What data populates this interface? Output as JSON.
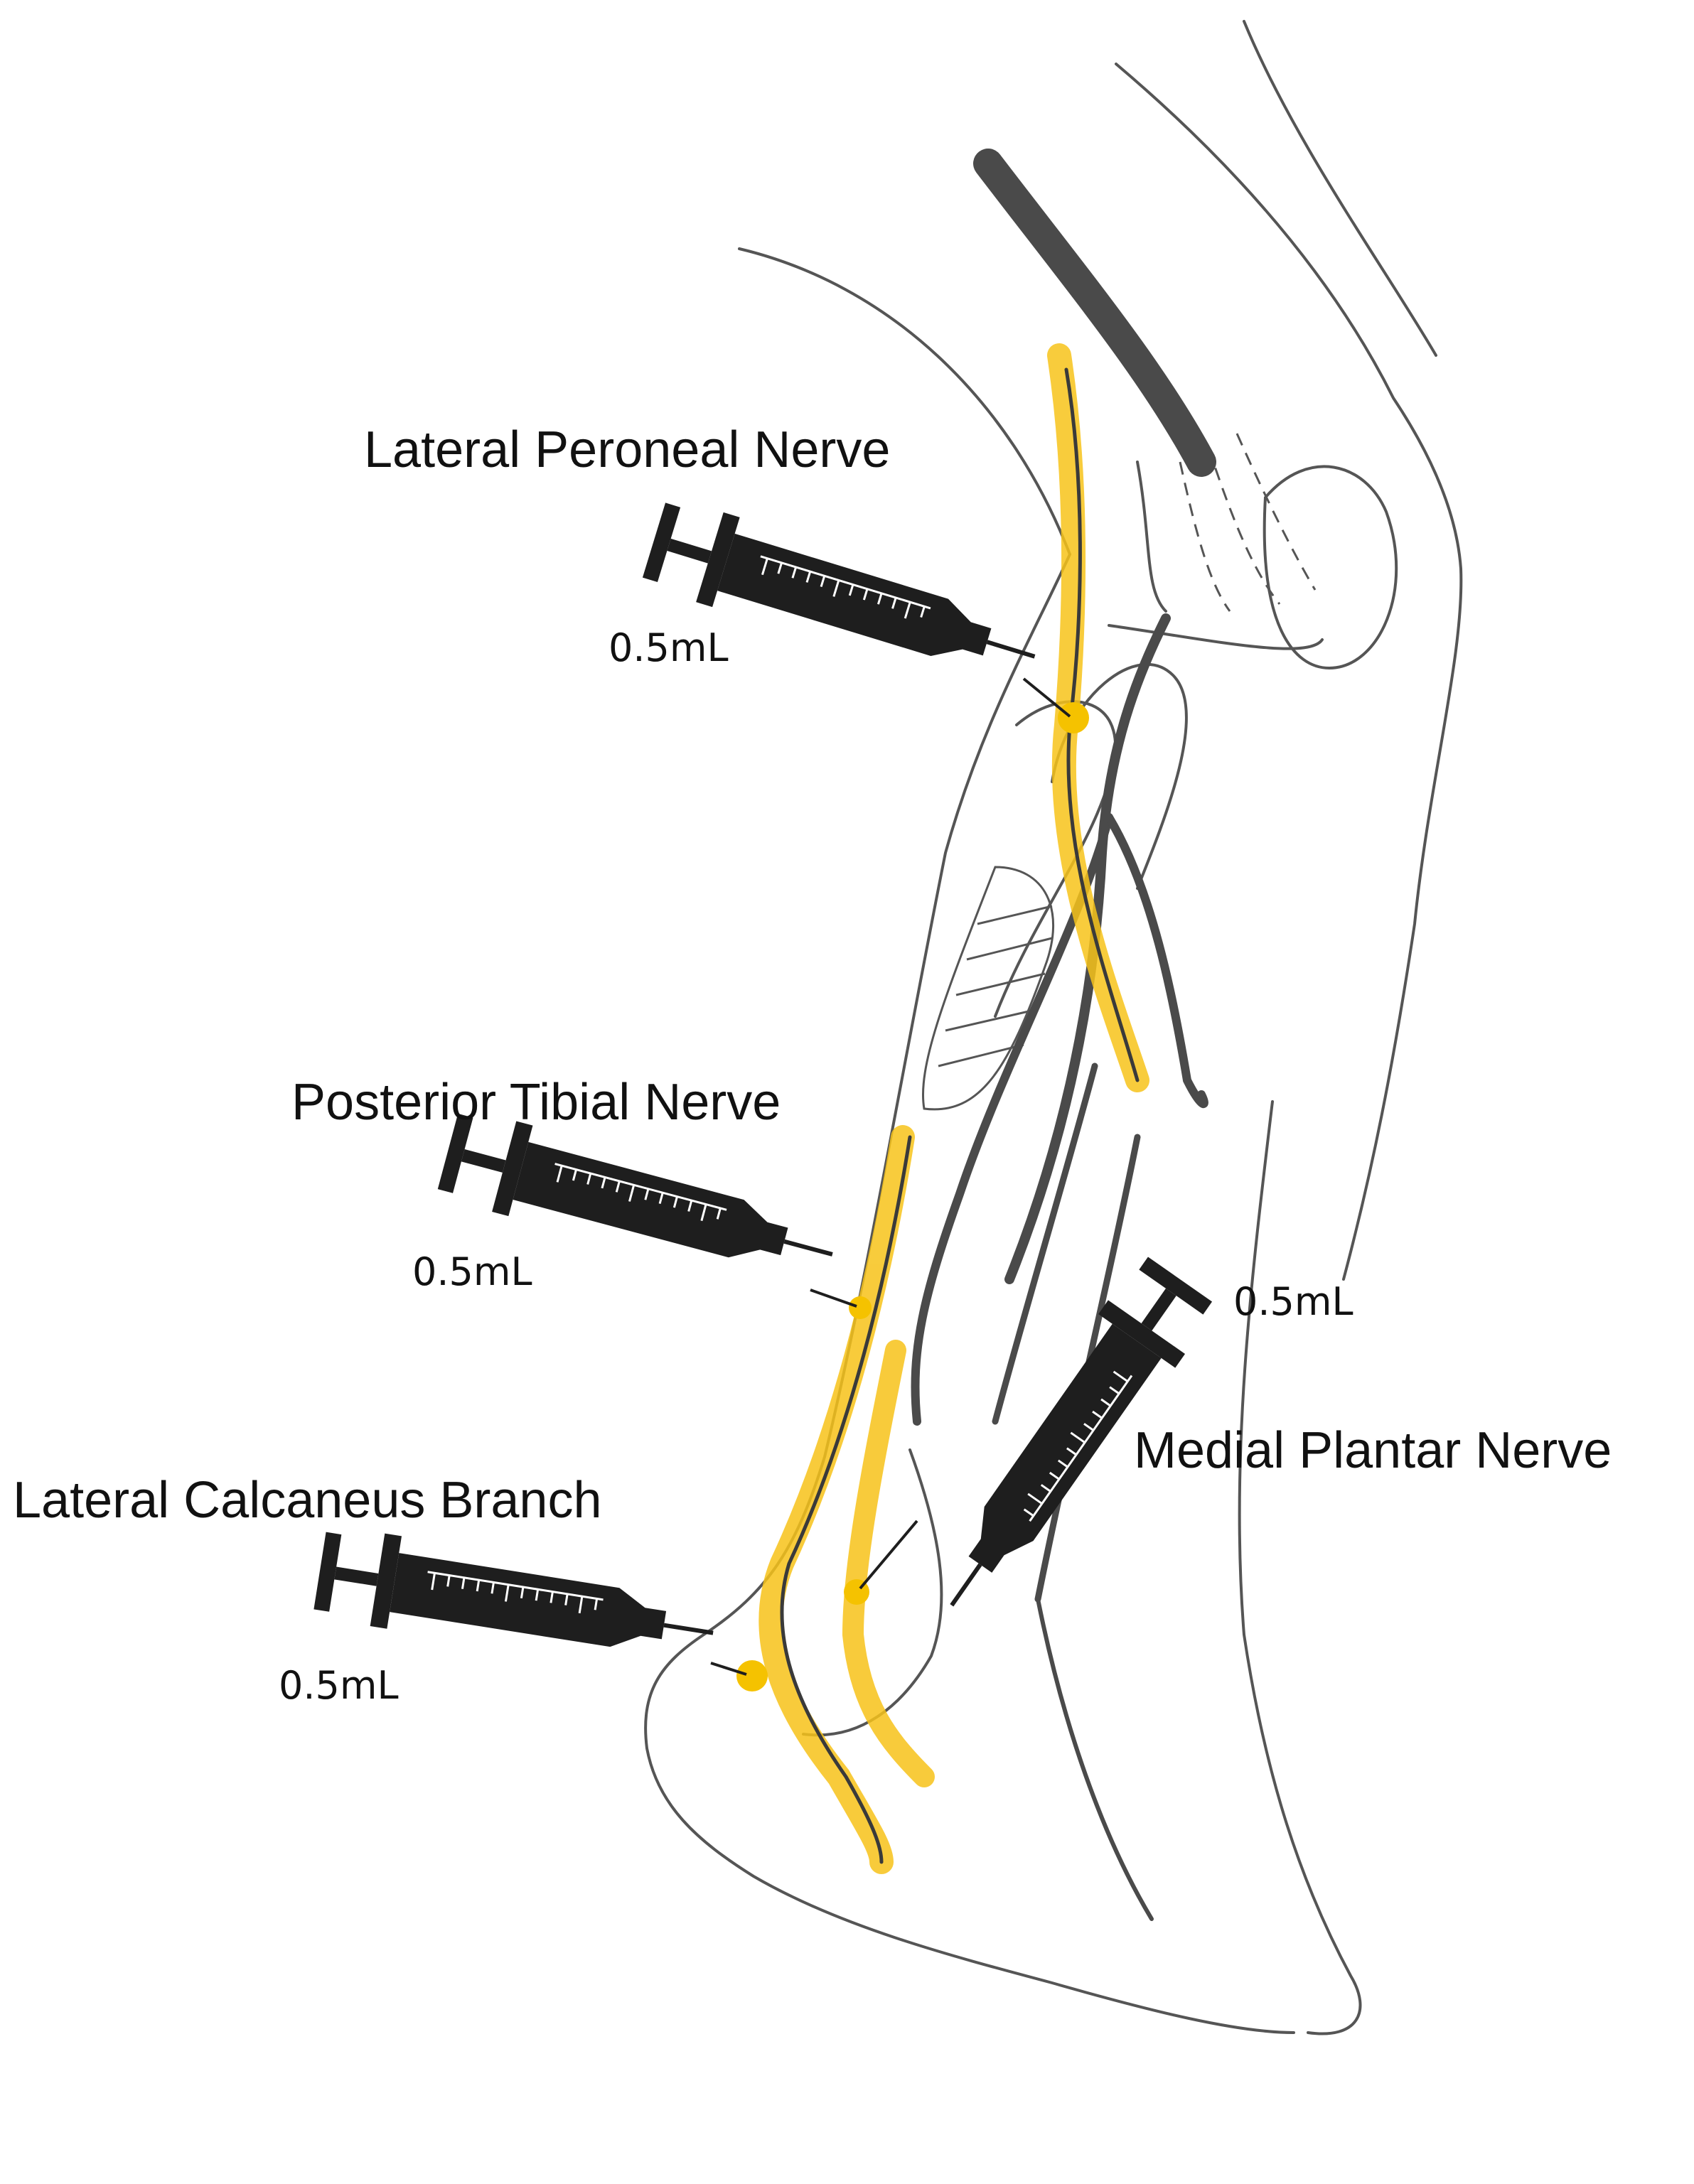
{
  "labels": {
    "lateral_peroneal": "Lateral Peroneal Nerve",
    "posterior_tibial": "Posterior Tibial Nerve",
    "lateral_calcaneus": "Lateral Calcaneus Branch",
    "medial_plantar": "Medial Plantar Nerve"
  },
  "doses": {
    "lateral_peroneal": "0.5mL",
    "posterior_tibial": "0.5mL",
    "lateral_calcaneus": "0.5mL",
    "medial_plantar": "0.5mL"
  },
  "colors": {
    "nerve_highlight": "#f7c31a",
    "injection_point": "#f5c200",
    "outline": "#555555",
    "vessel": "#4a4a4a",
    "syringe": "#1e1e1e"
  }
}
